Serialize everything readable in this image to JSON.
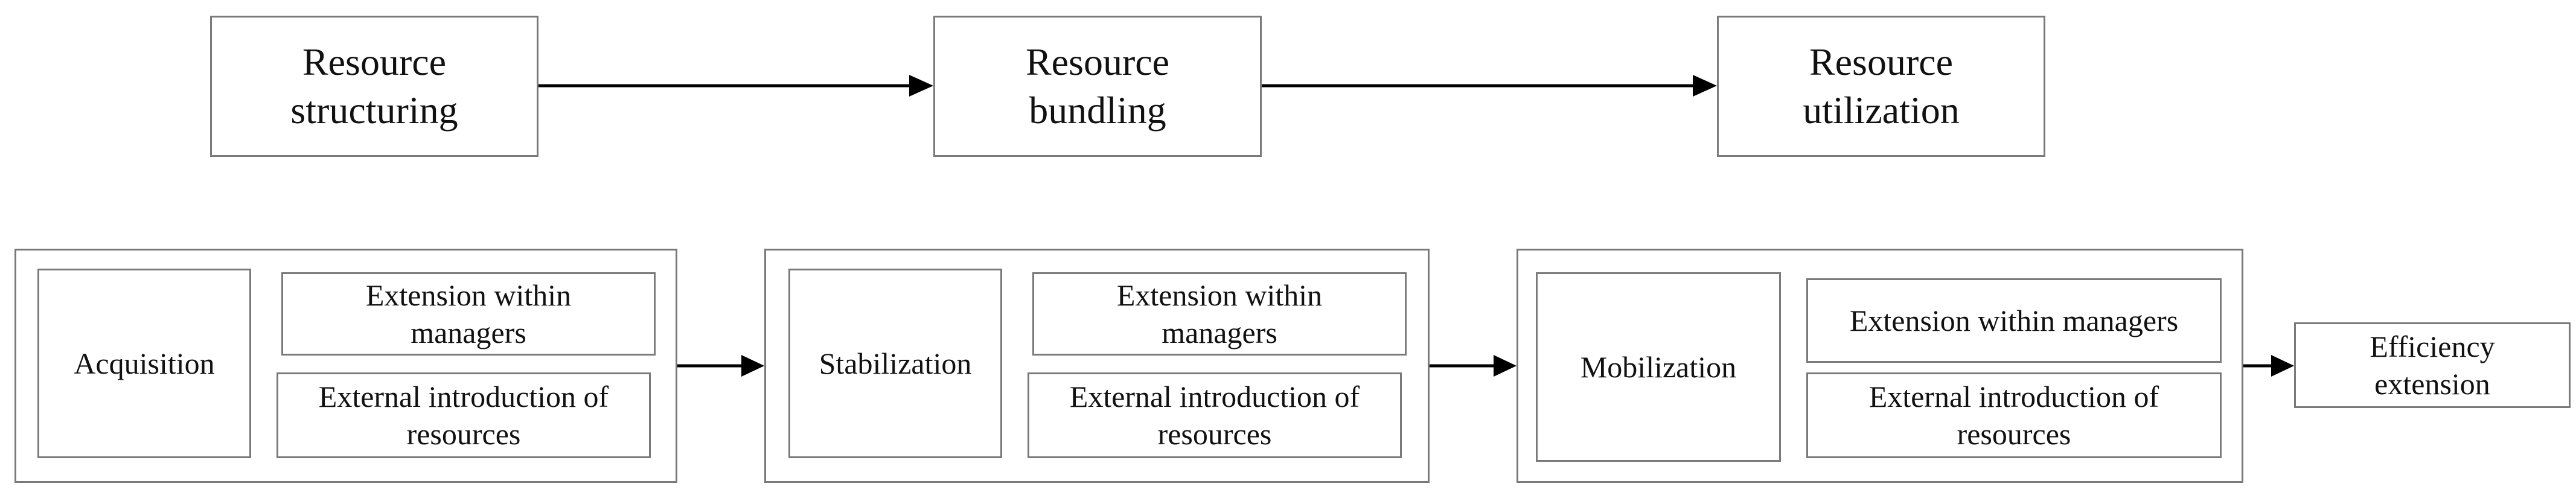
{
  "top_row": {
    "structuring": "Resource\nstructuring",
    "bundling": "Resource\nbundling",
    "utilization": "Resource\nutilization"
  },
  "stages": [
    {
      "name": "Acquisition",
      "within": "Extension within\nmanagers",
      "external": "External introduction of\nresources"
    },
    {
      "name": "Stabilization",
      "within": "Extension within\nmanagers",
      "external": "External introduction of\nresources"
    },
    {
      "name": "Mobilization",
      "within": "Extension within managers",
      "external": "External introduction of\nresources"
    }
  ],
  "final": "Efficiency\nextension",
  "colors": {
    "border": "#7a7a7a",
    "arrow": "#000000"
  }
}
